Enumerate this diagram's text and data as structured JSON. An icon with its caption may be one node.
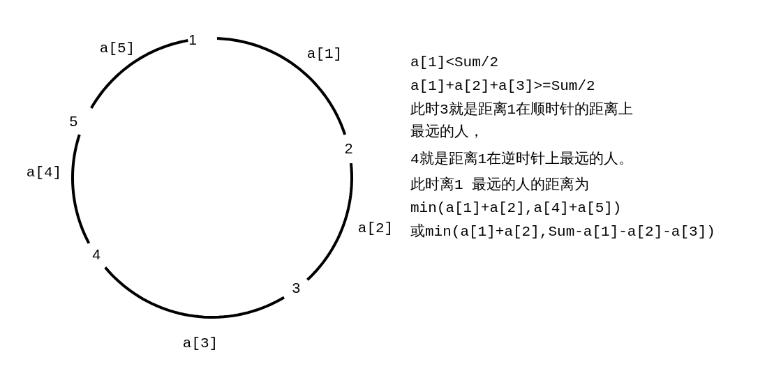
{
  "diagram": {
    "nodes": [
      {
        "text": [
          "1"
        ]
      },
      {
        "text": [
          "2"
        ]
      },
      {
        "text": [
          "3"
        ]
      },
      {
        "text": [
          "4"
        ]
      },
      {
        "text": [
          "5"
        ]
      }
    ],
    "edges": [
      {
        "from": 0,
        "to": 1,
        "arrow": "none",
        "label": "a[1]"
      },
      {
        "from": 1,
        "to": 2,
        "arrow": "none",
        "label": "a[2]"
      },
      {
        "from": 2,
        "to": 3,
        "arrow": "none",
        "label": "a[3]"
      },
      {
        "from": 3,
        "to": 4,
        "arrow": "none",
        "label": "a[4]"
      },
      {
        "from": 4,
        "to": 0,
        "arrow": "none",
        "label": "a[5]"
      }
    ],
    "labels": [
      "a[1]<Sum/2",
      "a[1]+a[2]+a[3]>=Sum/2",
      "此时3就是距离1在顺时针的距离上",
      "最远的人，",
      "4就是距离1在逆时针上最远的人。",
      "此时离1 最远的人的距离为",
      "min(a[1]+a[2],a[4]+a[5])",
      "或min(a[1]+a[2],Sum-a[1]-a[2]-a[3])"
    ]
  }
}
